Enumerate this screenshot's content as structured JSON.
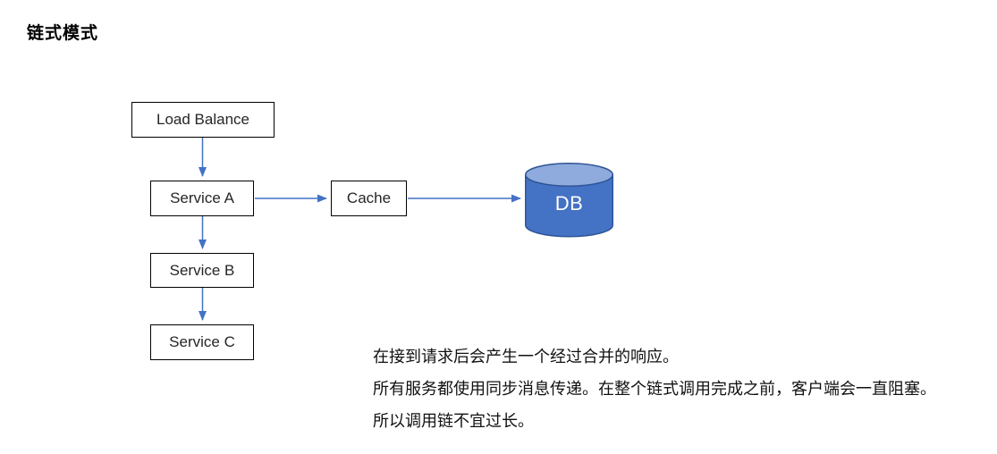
{
  "title": "链式模式",
  "colors": {
    "arrow": "#4472C4",
    "box_border": "#000000",
    "db_body": "#4472C4",
    "db_top": "#8FAADC",
    "db_outline": "#2E5597",
    "db_text": "#FFFFFF"
  },
  "nodes": {
    "load_balance": {
      "label": "Load Balance"
    },
    "service_a": {
      "label": "Service A"
    },
    "cache": {
      "label": "Cache"
    },
    "db": {
      "label": "DB"
    },
    "service_b": {
      "label": "Service B"
    },
    "service_c": {
      "label": "Service C"
    }
  },
  "edges": [
    {
      "from": "Load Balance",
      "to": "Service A"
    },
    {
      "from": "Service A",
      "to": "Cache"
    },
    {
      "from": "Cache",
      "to": "DB"
    },
    {
      "from": "Service A",
      "to": "Service B"
    },
    {
      "from": "Service B",
      "to": "Service C"
    }
  ],
  "notes": {
    "line1": "在接到请求后会产生一个经过合并的响应。",
    "line2": "所有服务都使用同步消息传递。在整个链式调用完成之前，客户端会一直阻塞。",
    "line3": "所以调用链不宜过长。"
  }
}
